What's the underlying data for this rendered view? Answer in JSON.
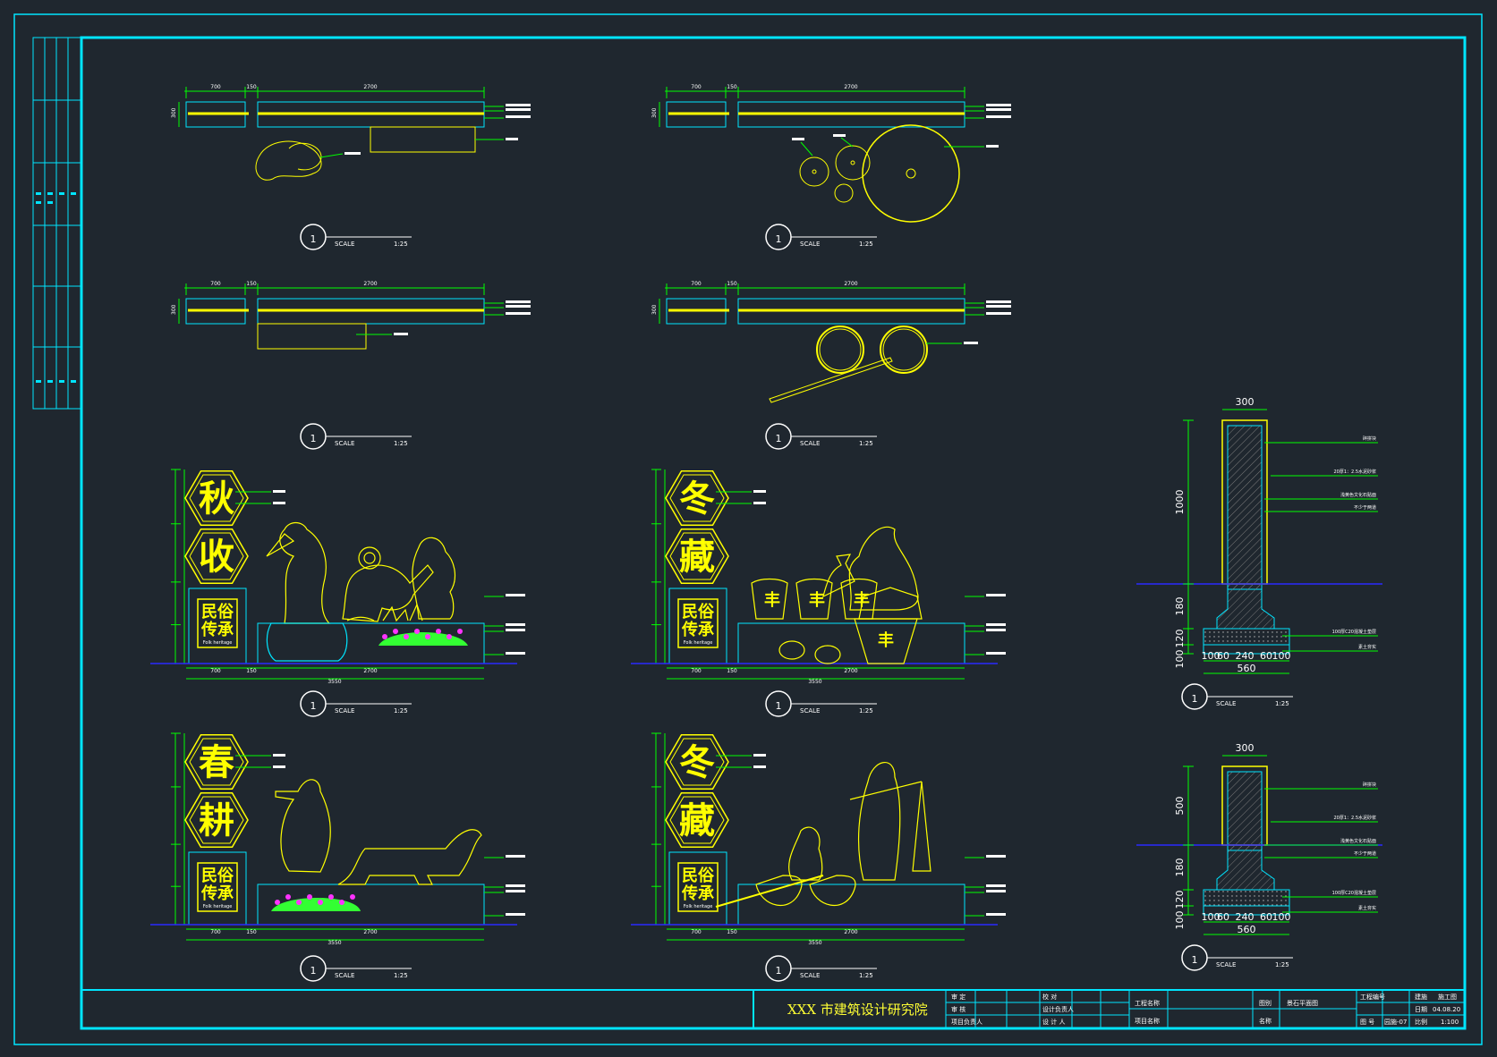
{
  "colors": {
    "background": "#1f272f",
    "frame": "#00e5ff",
    "outline": "#ffff00",
    "leader": "#00ff00",
    "ground": "#2a2aff",
    "flower": "#ff33ff",
    "grass": "#33ff33"
  },
  "title_block": {
    "institute": "XXX 市建筑设计研究院",
    "row1": [
      "审 定",
      "校 对",
      "工程名称",
      "图别",
      "景石平面图",
      "工程编号",
      "建施",
      "施工图"
    ],
    "row2": [
      "审 核",
      "设计负责人"
    ],
    "row3": [
      "项目负责人",
      "设 计 人",
      "项目名称",
      "名称",
      "图 号",
      "园施-07",
      "日期",
      "04.08.20",
      "比例",
      "1:100"
    ]
  },
  "scale_label": "SCALE",
  "plan_views": {
    "dims_a": [
      "700",
      "150",
      "2700"
    ],
    "dims_b": [
      "700",
      "150",
      "2700"
    ],
    "height_dim": "300",
    "scale": "1:25"
  },
  "elevations": {
    "chars": {
      "autumn": [
        "秋",
        "收"
      ],
      "winter": [
        "冬",
        "藏"
      ],
      "spring": [
        "春",
        "耕"
      ]
    },
    "plaque": [
      "民俗",
      "传承"
    ],
    "plaque_en": "Folk heritage",
    "bottom_dims": [
      "700",
      "150",
      "2700"
    ],
    "total": "3550",
    "scale": "1:25"
  },
  "sections": [
    {
      "width_top": "300",
      "height_main": "1000",
      "height_footing": "180",
      "heights_base": [
        "100",
        "120"
      ],
      "labels": [
        "碎拼块",
        "20厚1：2.5水泥砂浆",
        "浅黄色文化石贴面",
        "不少于两道",
        "100厚C20混凝土垫层",
        "素土夯实"
      ],
      "bottom_dims": [
        "100",
        "60",
        "240",
        "60",
        "100"
      ],
      "total": "560",
      "scale": "1:25"
    },
    {
      "width_top": "300",
      "height_main": "500",
      "height_footing": "180",
      "heights_base": [
        "100",
        "120"
      ],
      "labels": [
        "碎拼块",
        "20厚1：2.5水泥砂浆",
        "浅黄色文化石贴面",
        "不少于两道",
        "100厚C20混凝土垫层",
        "素土夯实"
      ],
      "bottom_dims": [
        "100",
        "60",
        "240",
        "60",
        "100"
      ],
      "total": "560",
      "scale": "1:25"
    }
  ],
  "detail_number": "1"
}
